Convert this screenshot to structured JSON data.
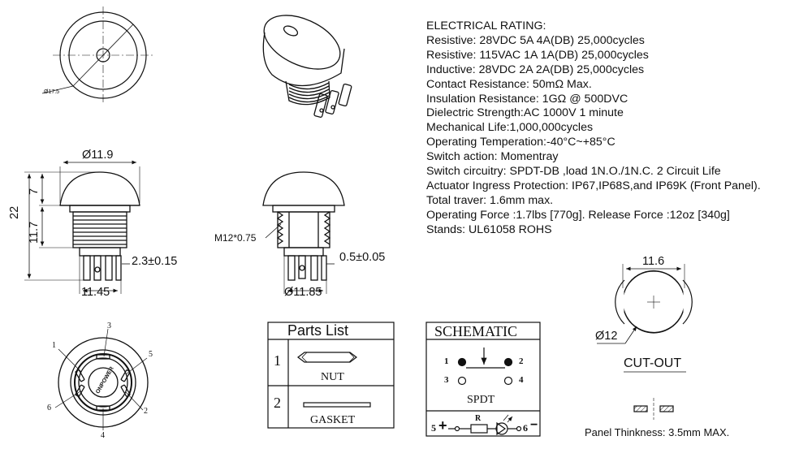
{
  "ratings": {
    "title": "ELECTRICAL RATING:",
    "lines": [
      "Resistive: 28VDC 5A 4A(DB) 25,000cycles",
      "Resistive: 115VAC 1A 1A(DB)  25,000cycles",
      "Inductive: 28VDC 2A 2A(DB) 25,000cycles",
      "Contact Resistance: 50mΩ Max.",
      "Insulation Resistance: 1GΩ @ 500DVC",
      "Dielectric Strength:AC 1000V 1 minute",
      "Mechanical Life:1,000,000cycles",
      "Operating Temperation:-40°C~+85°C",
      "Switch action:   Momentray",
      "Switch circuitry: SPDT-DB ,load 1N.O./1N.C. 2 Circuit Life",
      "Actuator Ingress Protection: IP67,IP68S,and IP69K  (Front Panel).",
      "Total traver: 1.6mm max.",
      "Operating Force :1.7lbs [770g]. Release Force :12oz [340g]",
      "Stands: UL61058   ROHS"
    ]
  },
  "top_view": {
    "diameter": "Ø17.5"
  },
  "side_view": {
    "top_width": "Ø11.9",
    "height_total": "22",
    "height_cap": "7",
    "height_body": "11.7",
    "terminal_gap": "2.3±0.15",
    "bottom_width": "11.45"
  },
  "section_view": {
    "thread": "M12*0.75",
    "terminal_thickness": "0.5±0.05",
    "bottom_width": "Ø11.85"
  },
  "bottom_view": {
    "pins": [
      "1",
      "3",
      "5",
      "6",
      "2",
      "4"
    ],
    "brand": "ONPOWER"
  },
  "parts_list": {
    "title": "Parts List",
    "rows": [
      {
        "num": "1",
        "name": "NUT"
      },
      {
        "num": "2",
        "name": "GASKET"
      }
    ]
  },
  "schematic": {
    "title": "SCHEMATIC",
    "terminals": [
      "1",
      "2",
      "3",
      "4"
    ],
    "label": "SPDT",
    "lamp": {
      "left_num": "5",
      "left_sign": "+",
      "resistor": "R",
      "right_num": "6",
      "right_sign": "−"
    }
  },
  "cutout": {
    "width": "11.6",
    "diameter": "Ø12",
    "title": "CUT-OUT",
    "panel_note": "Panel Thinkness: 3.5mm MAX."
  },
  "colors": {
    "line": "#111111",
    "hatch": "#222222",
    "background": "#ffffff"
  }
}
